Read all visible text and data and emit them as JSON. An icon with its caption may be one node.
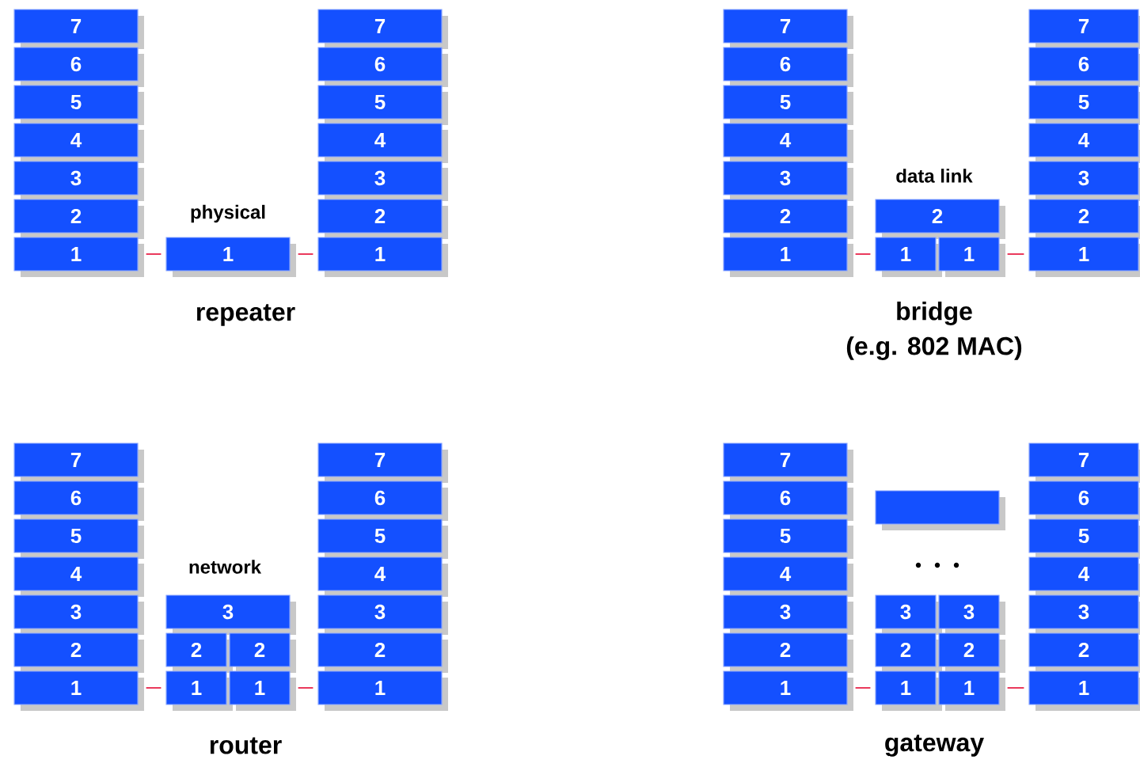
{
  "diagram": {
    "nodes": [
      {
        "text": [
          "7"
        ]
      },
      {
        "text": [
          "6"
        ]
      },
      {
        "text": [
          "5"
        ]
      },
      {
        "text": [
          "4"
        ]
      },
      {
        "text": [
          "3"
        ]
      },
      {
        "text": [
          "2"
        ]
      },
      {
        "text": [
          "1"
        ]
      },
      {
        "text": [
          "1"
        ]
      },
      {
        "text": [
          "7"
        ]
      },
      {
        "text": [
          "6"
        ]
      },
      {
        "text": [
          "5"
        ]
      },
      {
        "text": [
          "4"
        ]
      },
      {
        "text": [
          "3"
        ]
      },
      {
        "text": [
          "2"
        ]
      },
      {
        "text": [
          "1"
        ]
      },
      {
        "text": [
          "7"
        ]
      },
      {
        "text": [
          "6"
        ]
      },
      {
        "text": [
          "5"
        ]
      },
      {
        "text": [
          "4"
        ]
      },
      {
        "text": [
          "3"
        ]
      },
      {
        "text": [
          "2"
        ]
      },
      {
        "text": [
          "1"
        ]
      },
      {
        "text": [
          "2"
        ]
      },
      {
        "text": [
          "1"
        ]
      },
      {
        "text": [
          "1"
        ]
      },
      {
        "text": [
          "7"
        ]
      },
      {
        "text": [
          "6"
        ]
      },
      {
        "text": [
          "5"
        ]
      },
      {
        "text": [
          "4"
        ]
      },
      {
        "text": [
          "3"
        ]
      },
      {
        "text": [
          "2"
        ]
      },
      {
        "text": [
          "1"
        ]
      },
      {
        "text": [
          "7"
        ]
      },
      {
        "text": [
          "6"
        ]
      },
      {
        "text": [
          "5"
        ]
      },
      {
        "text": [
          "4"
        ]
      },
      {
        "text": [
          "3"
        ]
      },
      {
        "text": [
          "2"
        ]
      },
      {
        "text": [
          "1"
        ]
      },
      {
        "text": [
          "3"
        ]
      },
      {
        "text": [
          "2"
        ]
      },
      {
        "text": [
          "2"
        ]
      },
      {
        "text": [
          "1"
        ]
      },
      {
        "text": [
          "1"
        ]
      },
      {
        "text": [
          "7"
        ]
      },
      {
        "text": [
          "6"
        ]
      },
      {
        "text": [
          "5"
        ]
      },
      {
        "text": [
          "4"
        ]
      },
      {
        "text": [
          "3"
        ]
      },
      {
        "text": [
          "2"
        ]
      },
      {
        "text": [
          "1"
        ]
      },
      {
        "text": [
          "7"
        ]
      },
      {
        "text": [
          "6"
        ]
      },
      {
        "text": [
          "5"
        ]
      },
      {
        "text": [
          "4"
        ]
      },
      {
        "text": [
          "3"
        ]
      },
      {
        "text": [
          "2"
        ]
      },
      {
        "text": [
          "1"
        ]
      },
      {
        "text": [],
        "shape": "box"
      },
      {
        "text": [
          "3"
        ]
      },
      {
        "text": [
          "3"
        ]
      },
      {
        "text": [
          "2"
        ]
      },
      {
        "text": [
          "2"
        ]
      },
      {
        "text": [
          "1"
        ]
      },
      {
        "text": [
          "1"
        ]
      },
      {
        "text": [
          "7"
        ]
      },
      {
        "text": [
          "6"
        ]
      },
      {
        "text": [
          "5"
        ]
      },
      {
        "text": [
          "4"
        ]
      },
      {
        "text": [
          "3"
        ]
      },
      {
        "text": [
          "2"
        ]
      },
      {
        "text": [
          "1"
        ]
      }
    ],
    "edges": [
      {
        "from": 6,
        "to": 7,
        "arrow": "none"
      },
      {
        "from": 7,
        "to": 14,
        "arrow": "none"
      },
      {
        "from": 21,
        "to": 23,
        "arrow": "none"
      },
      {
        "from": 24,
        "to": 31,
        "arrow": "none"
      },
      {
        "from": 38,
        "to": 42,
        "arrow": "none"
      },
      {
        "from": 43,
        "to": 50,
        "arrow": "none"
      },
      {
        "from": 57,
        "to": 63,
        "arrow": "none"
      },
      {
        "from": 64,
        "to": 71,
        "arrow": "none"
      }
    ],
    "labels": [
      "physical",
      "data link",
      "repeater",
      "bridge",
      "(e.g. 802 MAC)",
      "network",
      "router",
      "gateway"
    ]
  }
}
